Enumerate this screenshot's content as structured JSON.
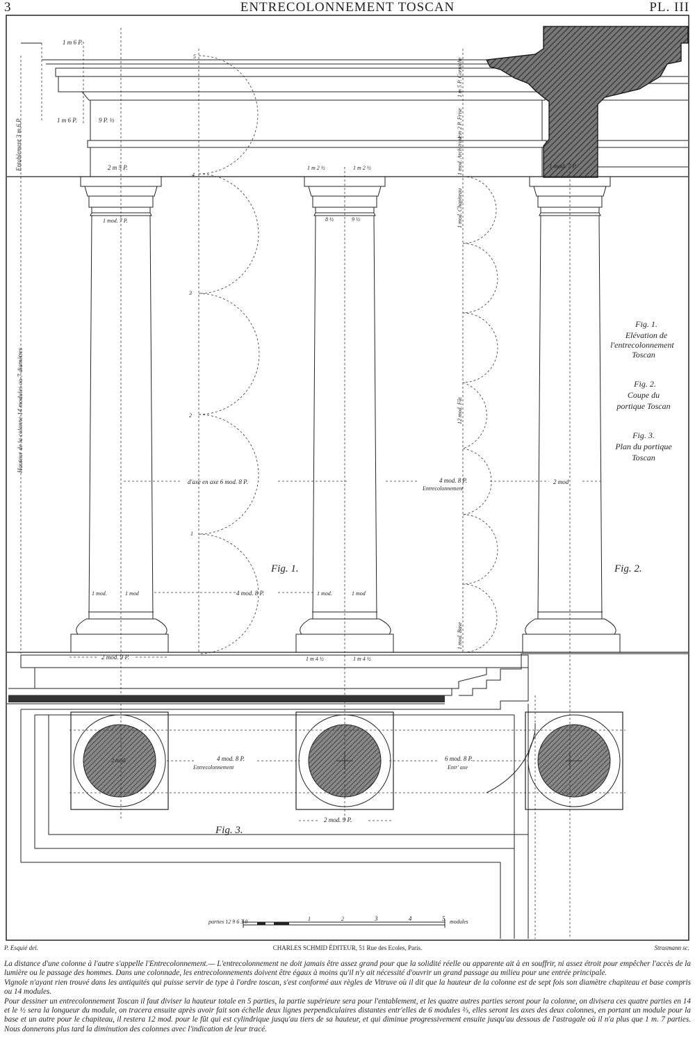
{
  "header": {
    "page_number": "3",
    "title": "ENTRECOLONNEMENT TOSCAN",
    "plate": "PL. III"
  },
  "figures": {
    "fig1": "Fig. 1.",
    "fig2": "Fig. 2.",
    "fig3": "Fig. 3."
  },
  "legend": {
    "fig1_title": "Fig. 1.",
    "fig1_l1": "Elévation de",
    "fig1_l2": "l'entrecolonnement",
    "fig1_l3": "Toscan",
    "fig2_title": "Fig. 2.",
    "fig2_l1": "Coupe du",
    "fig2_l2": "portique Toscan",
    "fig3_title": "Fig. 3.",
    "fig3_l1": "Plan du portique",
    "fig3_l2": "Toscan"
  },
  "dimensions": {
    "corniche_proj": "1 m 6 P.",
    "frieze_proj": "1 m 6 P.",
    "frieze_small": "9 P. ½",
    "entablement": "Entablement 3 m 6 P",
    "hauteur": "Hauteur de la colonne 14 modules ou 7 diamètres",
    "cap_left": "2 m 5 P.",
    "cap_mid_a": "1 m 2 ½",
    "cap_mid_b": "1 m 2 ½",
    "shaft_top_left": "1 mod. 7 P.",
    "shaft_top_a": "8 ½",
    "shaft_top_b": "9 ½",
    "axe": "d'axe en axe 6 mod. 8 P.",
    "entre_label": "4 mod. 8 P.",
    "entre_word": "Entrecolonnement",
    "two_mod": "2 mod",
    "base_l1": "1 mod.",
    "base_l2": "1 mod",
    "base_mid": "4 mod. 8 P.",
    "base_r1": "1 mod.",
    "base_r2": "1 mod",
    "plinth_left": "2 mod. 9 P.",
    "plinth_mid_a": "1 m 4 ½",
    "plinth_mid_b": "1 m 4 ½",
    "section_wall": "1 mod. 7 P.",
    "v_corniche": "1 m 5 P. Corniche",
    "v_frise": "1 m 2 P. Frise",
    "v_archi": "1 mod. Architrave",
    "v_chap": "1 mod. Chapiteau",
    "v_fut": "12 mod. Fût",
    "v_base": "1 mod. Base",
    "plan_two_mod": "2 mod.",
    "plan_entre_num": "4 mod. 8 P.",
    "plan_entre_word": "Entrecolonnement",
    "plan_axe_num": "6 mod. 8 P.",
    "plan_axe_word": "Entr' axe",
    "plan_plinth": "2 mod. 9 P."
  },
  "semicircle_numbers": [
    "5",
    "4",
    "3",
    "2",
    "1"
  ],
  "scale": {
    "parties": "parties 12 9 6 3 0",
    "numbers": [
      "1",
      "2",
      "3",
      "4",
      "5"
    ],
    "unit": "modules"
  },
  "credits": {
    "left": "P. Esquié del.",
    "center": "CHARLES SCHMID ÉDITEUR, 51 Rue des Ecoles, Paris.",
    "right": "Strasmann sc."
  },
  "caption": [
    "La distance d'une colonne à l'autre s'appelle l'Entrecolonnement.— L'entrecolonnement ne doit jamais être assez grand pour que la solidité réelle ou apparente ait à en souffrir, ni assez étroit pour empêcher l'accès de la lumière ou le passage des hommes. Dans une colonnade, les entrecolonnements doivent être égaux à moins qu'il n'y ait nécessité d'ouvrir un grand passage au milieu pour une entrée principale.",
    "Vignole n'ayant rien trouvé dans les antiquités qui puisse servir de type à l'ordre toscan, s'est conformé aux règles de Vitruve où il dit que la hauteur de la colonne est de sept fois son diamètre chapiteau et base compris ou 14 modules.",
    "Pour dessiner un entrecolonnement Toscan il faut diviser la hauteur totale en 5 parties, la partie supérieure sera pour l'entablement, et les quatre autres parties seront pour la colonne, on divisera ces quatre parties en 14 et le ½ sera la longueur du module, on tracera ensuite après avoir fait son échelle deux lignes perpendiculaires distantes entr'elles de 6 modules ⅔, elles seront les axes des deux colonnes, en portant un module pour la base et un autre pour le chapiteau, il restera 12 mod. pour le fût qui est cylindrique jusqu'au tiers de sa hauteur, et qui diminue progressivement ensuite jusqu'au dessous de l'astragale où il n'a plus que 1 m. 7 parties. Nous donnerons plus tard la diminution des colonnes avec l'indication de leur tracé."
  ]
}
